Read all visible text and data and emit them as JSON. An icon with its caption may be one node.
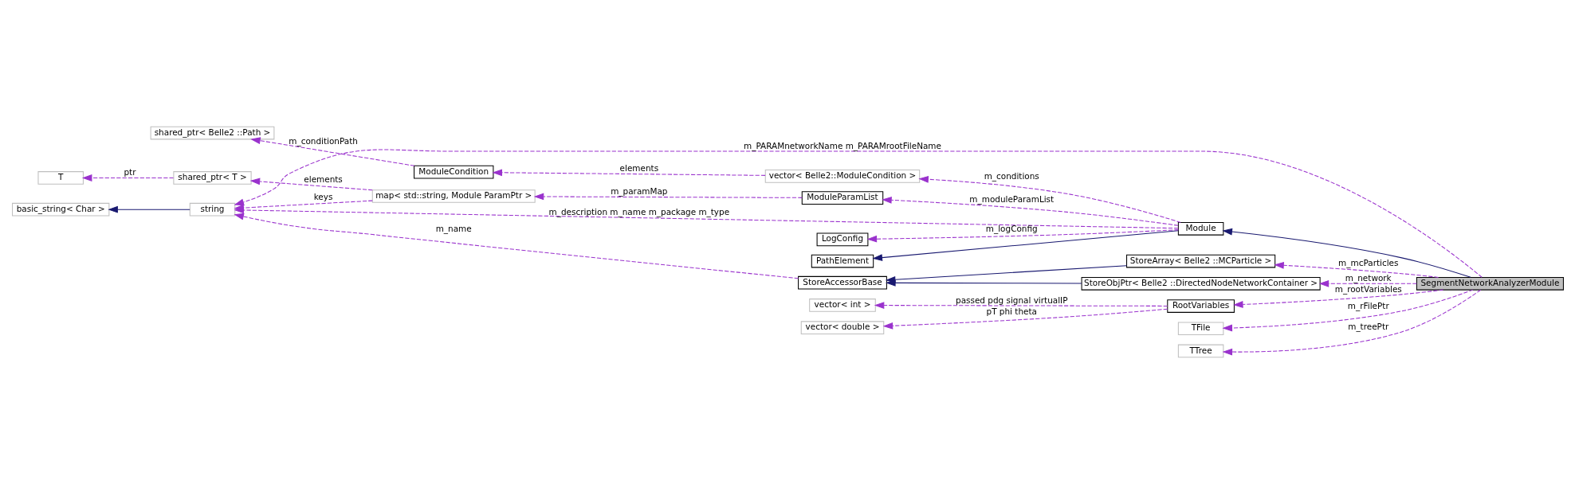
{
  "diagram": {
    "nodes": [
      {
        "text": [
          "SegmentNetworkAnalyzerModule"
        ]
      },
      {
        "text": [
          "Module"
        ]
      },
      {
        "text": [
          "PathElement"
        ]
      },
      {
        "text": [
          "string"
        ]
      },
      {
        "text": [
          "basic_string< Char >"
        ]
      },
      {
        "text": [
          "StoreAccessorBase"
        ]
      },
      {
        "text": [
          "StoreArray< Belle2 ::MCParticle >"
        ]
      },
      {
        "text": [
          "StoreObjPtr< Belle2 ::DirectedNodeNetworkContainer >"
        ]
      },
      {
        "text": [
          "ModuleParamList"
        ]
      },
      {
        "text": [
          "map< std::string, Module ParamPtr >"
        ]
      },
      {
        "text": [
          "shared_ptr< T >"
        ]
      },
      {
        "text": [
          "T"
        ]
      },
      {
        "text": [
          "LogConfig"
        ]
      },
      {
        "text": [
          "ModuleCondition"
        ]
      },
      {
        "text": [
          "shared_ptr< Belle2 ::Path >"
        ]
      },
      {
        "text": [
          "vector< Belle2::ModuleCondition >"
        ]
      },
      {
        "text": [
          "RootVariables"
        ]
      },
      {
        "text": [
          "vector< int >"
        ]
      },
      {
        "text": [
          "vector< double >"
        ]
      },
      {
        "text": [
          "TFile"
        ]
      },
      {
        "text": [
          "TTree"
        ]
      }
    ],
    "edges": [
      {
        "from": 0,
        "to": 1,
        "arrow": "to",
        "color": "#191970"
      },
      {
        "from": 1,
        "to": 2,
        "arrow": "to",
        "color": "#191970"
      },
      {
        "from": 3,
        "to": 4,
        "arrow": "to",
        "color": "#191970"
      },
      {
        "from": 6,
        "to": 5,
        "arrow": "to",
        "color": "#191970"
      },
      {
        "from": 7,
        "to": 5,
        "arrow": "to",
        "color": "#191970"
      },
      {
        "from": 0,
        "to": 6,
        "arrow": "to",
        "label": "m_mcParticles",
        "style": "dashed"
      },
      {
        "from": 0,
        "to": 7,
        "arrow": "to",
        "label": "m_network",
        "style": "dashed"
      },
      {
        "from": 0,
        "to": 3,
        "arrow": "to",
        "label": "m_PARAMnetworkName m_PARAMrootFileName",
        "style": "dashed"
      },
      {
        "from": 5,
        "to": 3,
        "arrow": "to",
        "label": "m_name",
        "style": "dashed"
      },
      {
        "from": 1,
        "to": 3,
        "arrow": "to",
        "label": "m_description m_name m_package m_type",
        "style": "dashed"
      },
      {
        "from": 9,
        "to": 3,
        "arrow": "to",
        "label": "keys",
        "style": "dashed"
      },
      {
        "from": 9,
        "to": 10,
        "arrow": "to",
        "label": "elements",
        "style": "dashed"
      },
      {
        "from": 10,
        "to": 11,
        "arrow": "to",
        "label": "ptr",
        "style": "dashed"
      },
      {
        "from": 1,
        "to": 8,
        "arrow": "to",
        "label": "m_moduleParamList",
        "style": "dashed"
      },
      {
        "from": 8,
        "to": 9,
        "arrow": "to",
        "label": "m_paramMap",
        "style": "dashed"
      },
      {
        "from": 1,
        "to": 12,
        "arrow": "to",
        "label": "m_logConfig",
        "style": "dashed"
      },
      {
        "from": 1,
        "to": 15,
        "arrow": "to",
        "label": "m_conditions",
        "style": "dashed"
      },
      {
        "from": 15,
        "to": 13,
        "arrow": "to",
        "label": "elements",
        "style": "dashed"
      },
      {
        "from": 13,
        "to": 14,
        "arrow": "to",
        "label": "m_conditionPath",
        "style": "dashed"
      },
      {
        "from": 0,
        "to": 16,
        "arrow": "to",
        "label": "m_rootVariables",
        "style": "dashed"
      },
      {
        "from": 16,
        "to": 17,
        "arrow": "to",
        "label": "passed pdg signal virtualIP",
        "style": "dashed"
      },
      {
        "from": 16,
        "to": 18,
        "arrow": "to",
        "label": "pT phi theta",
        "style": "dashed"
      },
      {
        "from": 0,
        "to": 19,
        "arrow": "to",
        "label": "m_rFilePtr",
        "style": "dashed"
      },
      {
        "from": 0,
        "to": 20,
        "arrow": "to",
        "label": "m_treePtr",
        "style": "dashed"
      }
    ]
  }
}
